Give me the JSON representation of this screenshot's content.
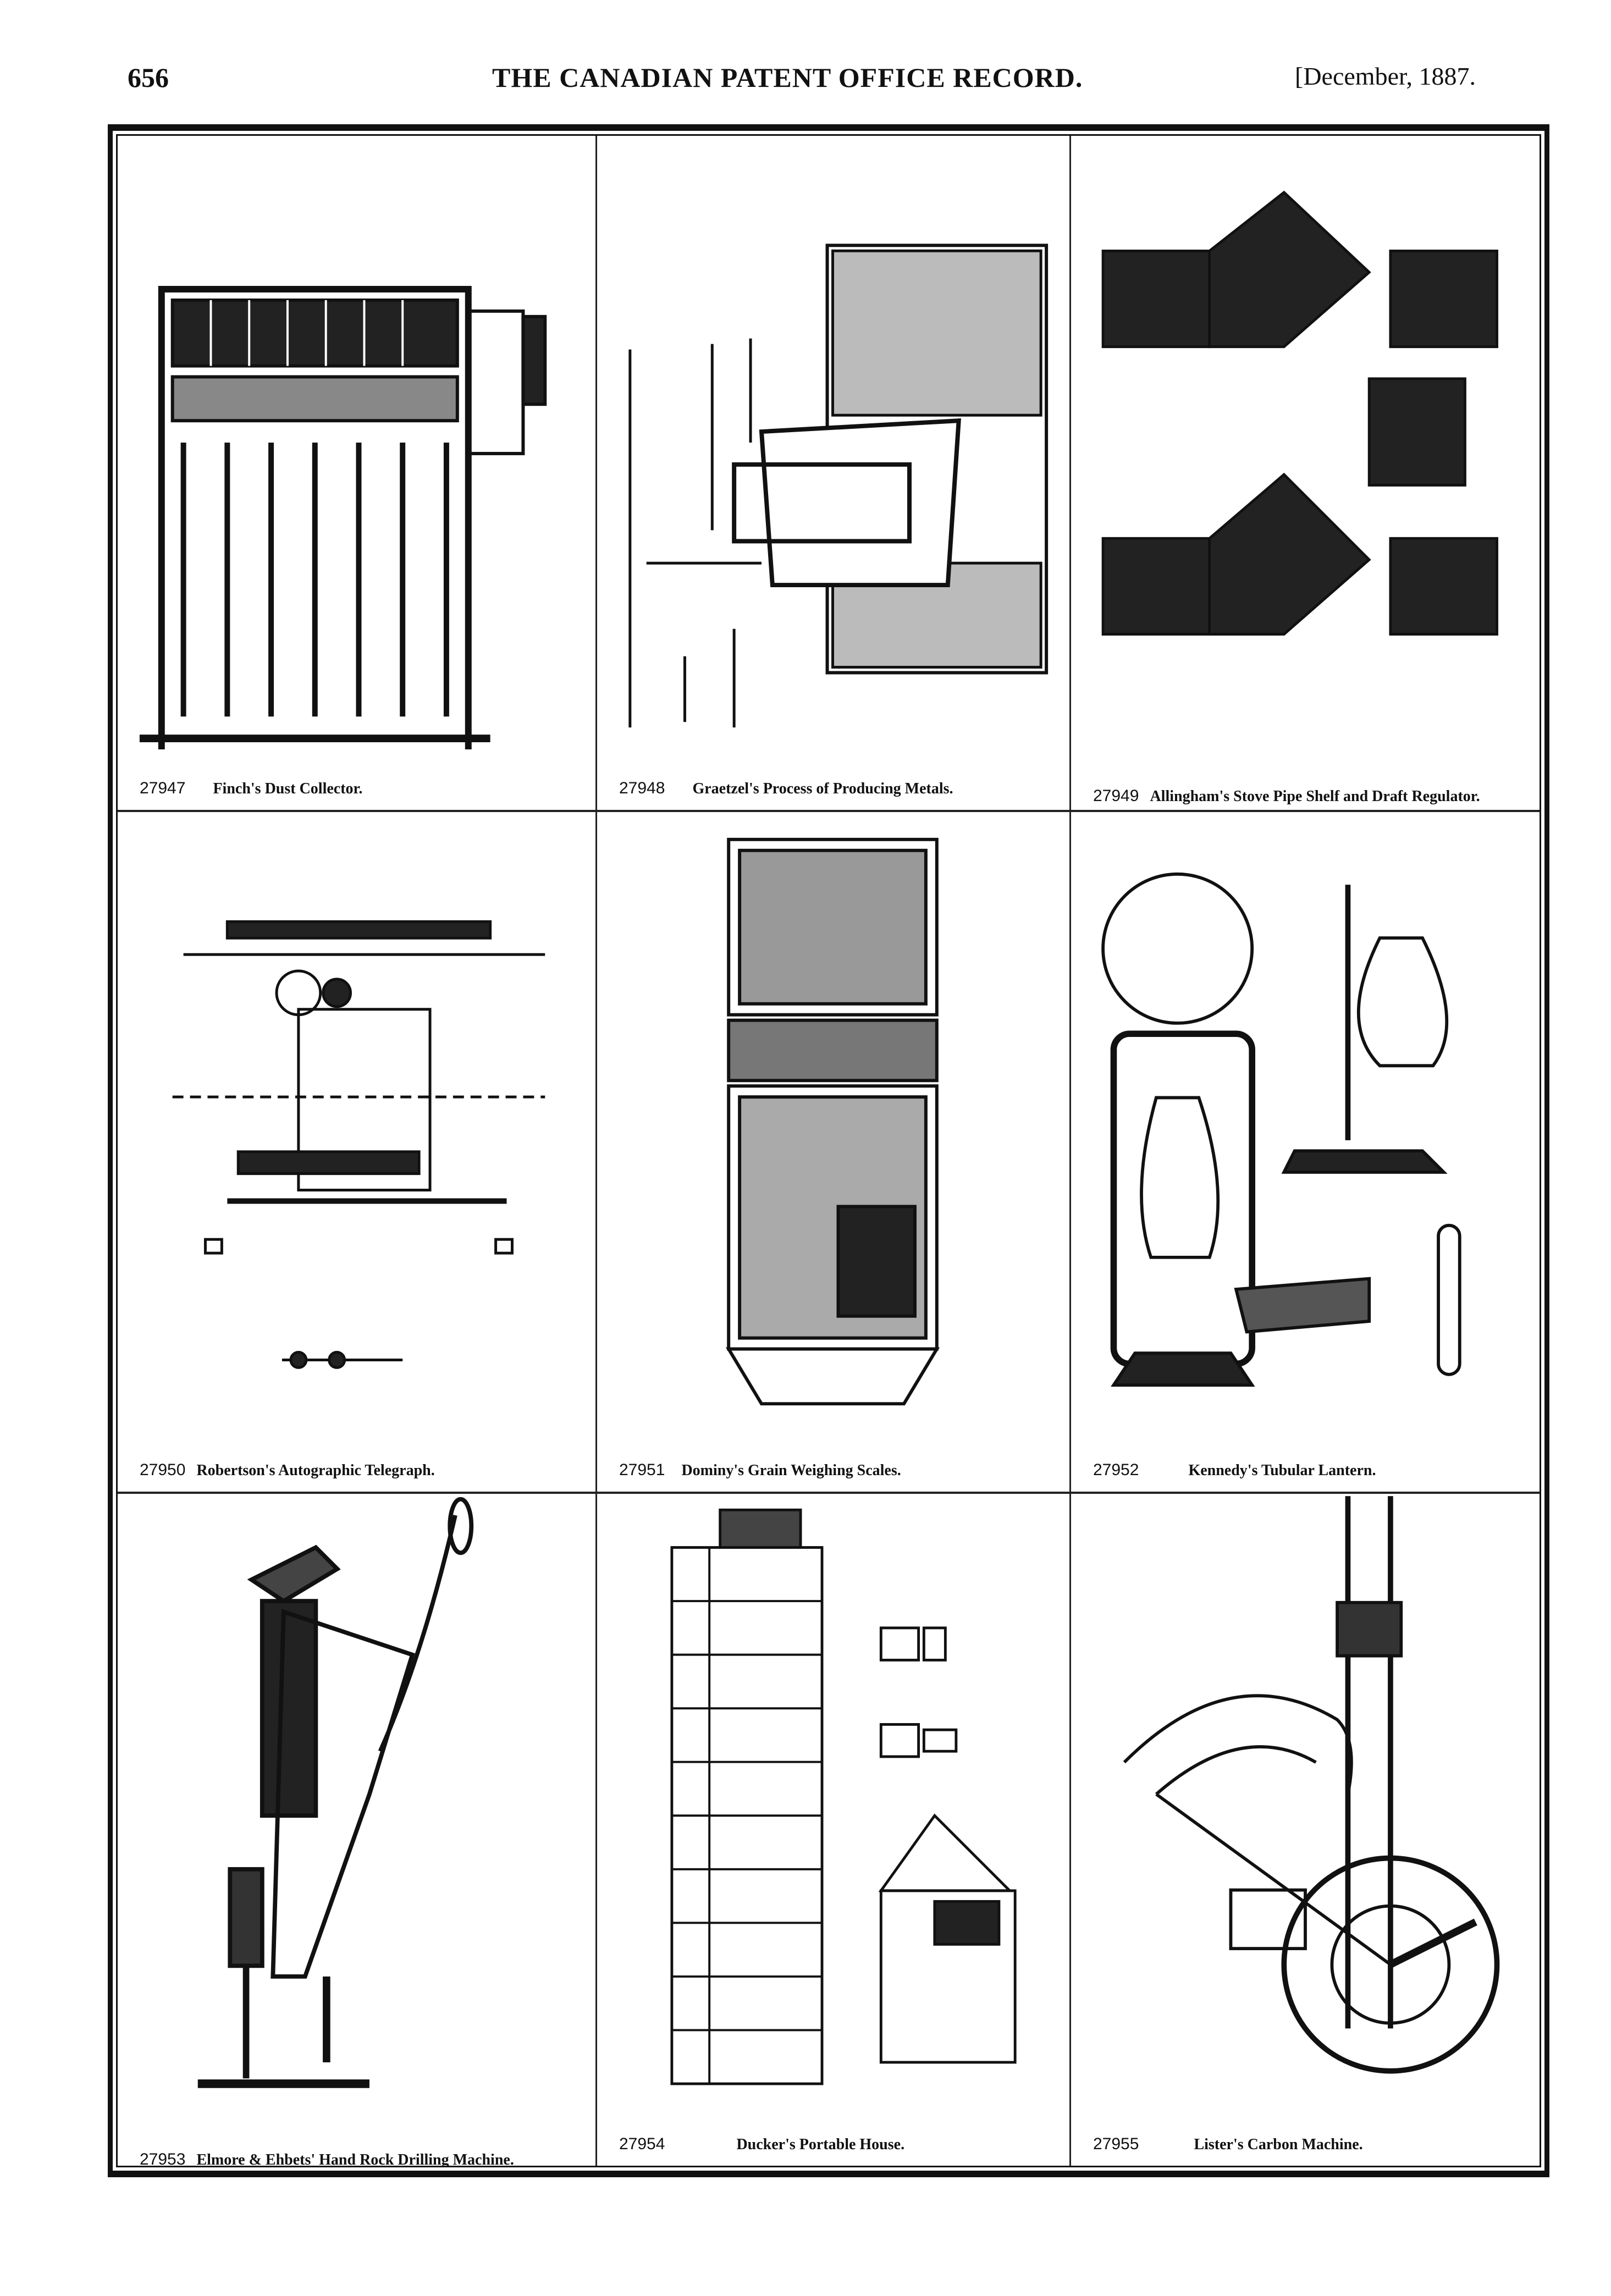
{
  "header": {
    "page_number": "656",
    "title": "THE CANADIAN PATENT OFFICE RECORD.",
    "date": "[December, 1887."
  },
  "patents": [
    {
      "number": "27947",
      "title": "Finch's Dust Collector."
    },
    {
      "number": "27948",
      "title": "Graetzel's Process of Producing Metals."
    },
    {
      "number": "27949",
      "title": "Allingham's Stove Pipe Shelf and Draft Regulator."
    },
    {
      "number": "27950",
      "title": "Robertson's Autographic Telegraph."
    },
    {
      "number": "27951",
      "title": "Dominy's Grain Weighing Scales."
    },
    {
      "number": "27952",
      "title": "Kennedy's Tubular Lantern."
    },
    {
      "number": "27953",
      "title": "Elmore & Ehbets' Hand Rock Drilling Machine."
    },
    {
      "number": "27954",
      "title": "Ducker's Portable House."
    },
    {
      "number": "27955",
      "title": "Lister's Carbon Machine."
    }
  ]
}
